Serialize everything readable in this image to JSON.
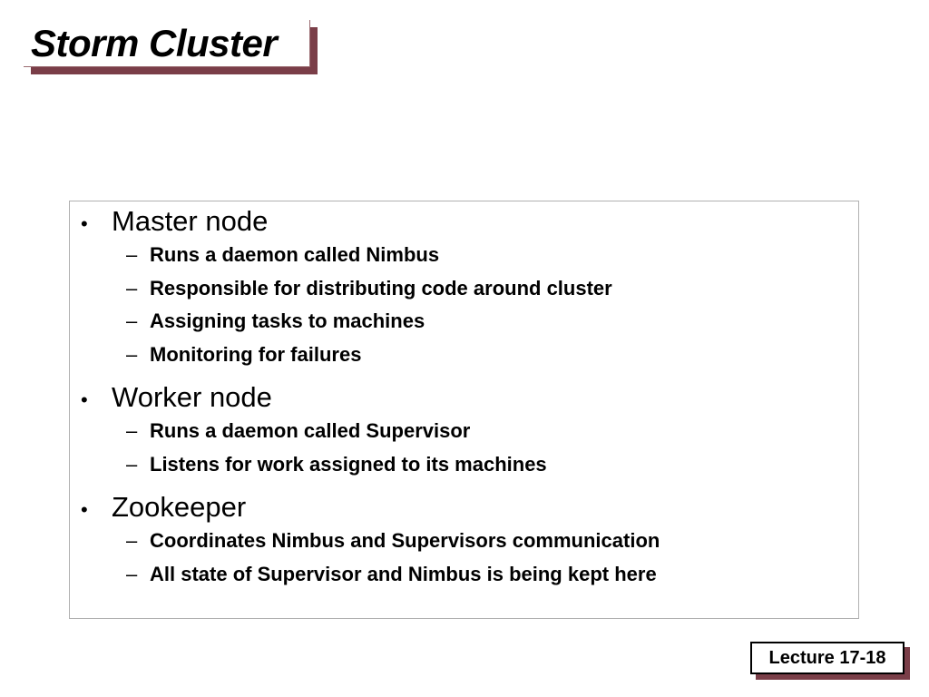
{
  "slide": {
    "title": "Storm Cluster",
    "bullets": [
      {
        "text": "Master node",
        "sub": [
          "Runs a daemon called Nimbus",
          "Responsible for distributing code around cluster",
          "Assigning tasks to machines",
          "Monitoring for failures"
        ]
      },
      {
        "text": "Worker node",
        "sub": [
          "Runs a daemon called Supervisor",
          "Listens for work assigned to its machines"
        ]
      },
      {
        "text": "Zookeeper",
        "sub": [
          "Coordinates Nimbus and Supervisors communication",
          "All state of Supervisor and Nimbus is being kept here"
        ]
      }
    ],
    "footer": "Lecture 17-18"
  },
  "symbols": {
    "bullet": "•",
    "dash": "–"
  },
  "colors": {
    "shadow": "#7a3e48",
    "border": "#b0b0b0",
    "background": "#ffffff",
    "text": "#000000"
  }
}
